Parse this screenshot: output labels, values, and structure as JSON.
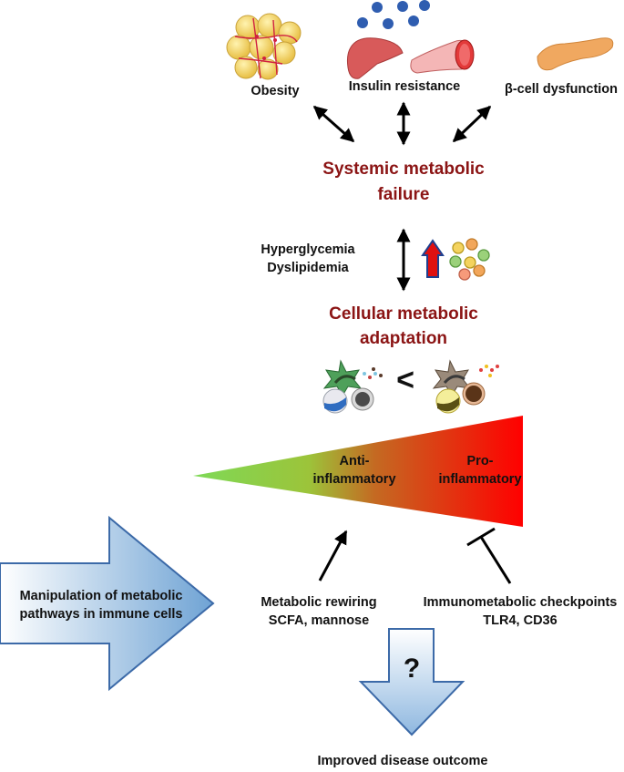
{
  "top_factors": {
    "obesity": "Obesity",
    "insulin_resistance": "Insulin resistance",
    "beta_cell": "β-cell dysfunction"
  },
  "systemic": {
    "line1": "Systemic metabolic",
    "line2": "failure"
  },
  "conditions": {
    "line1": "Hyperglycemia",
    "line2": "Dyslipidemia"
  },
  "cellular": {
    "line1": "Cellular metabolic",
    "line2": "adaptation"
  },
  "comparison_symbol": "<",
  "gradient": {
    "anti_line1": "Anti-",
    "anti_line2": "inflammatory",
    "pro_line1": "Pro-",
    "pro_line2": "inflammatory",
    "colors": {
      "left": "#7ed957",
      "right": "#ff0000"
    }
  },
  "intervention": {
    "line1": "Manipulation of metabolic",
    "line2": "pathways in immune cells"
  },
  "rewiring": {
    "line1": "Metabolic rewiring",
    "line2": "SCFA, mannose"
  },
  "checkpoints": {
    "line1": "Immunometabolic checkpoints",
    "line2": "TLR4, CD36"
  },
  "question": "?",
  "outcome": "Improved disease outcome"
}
